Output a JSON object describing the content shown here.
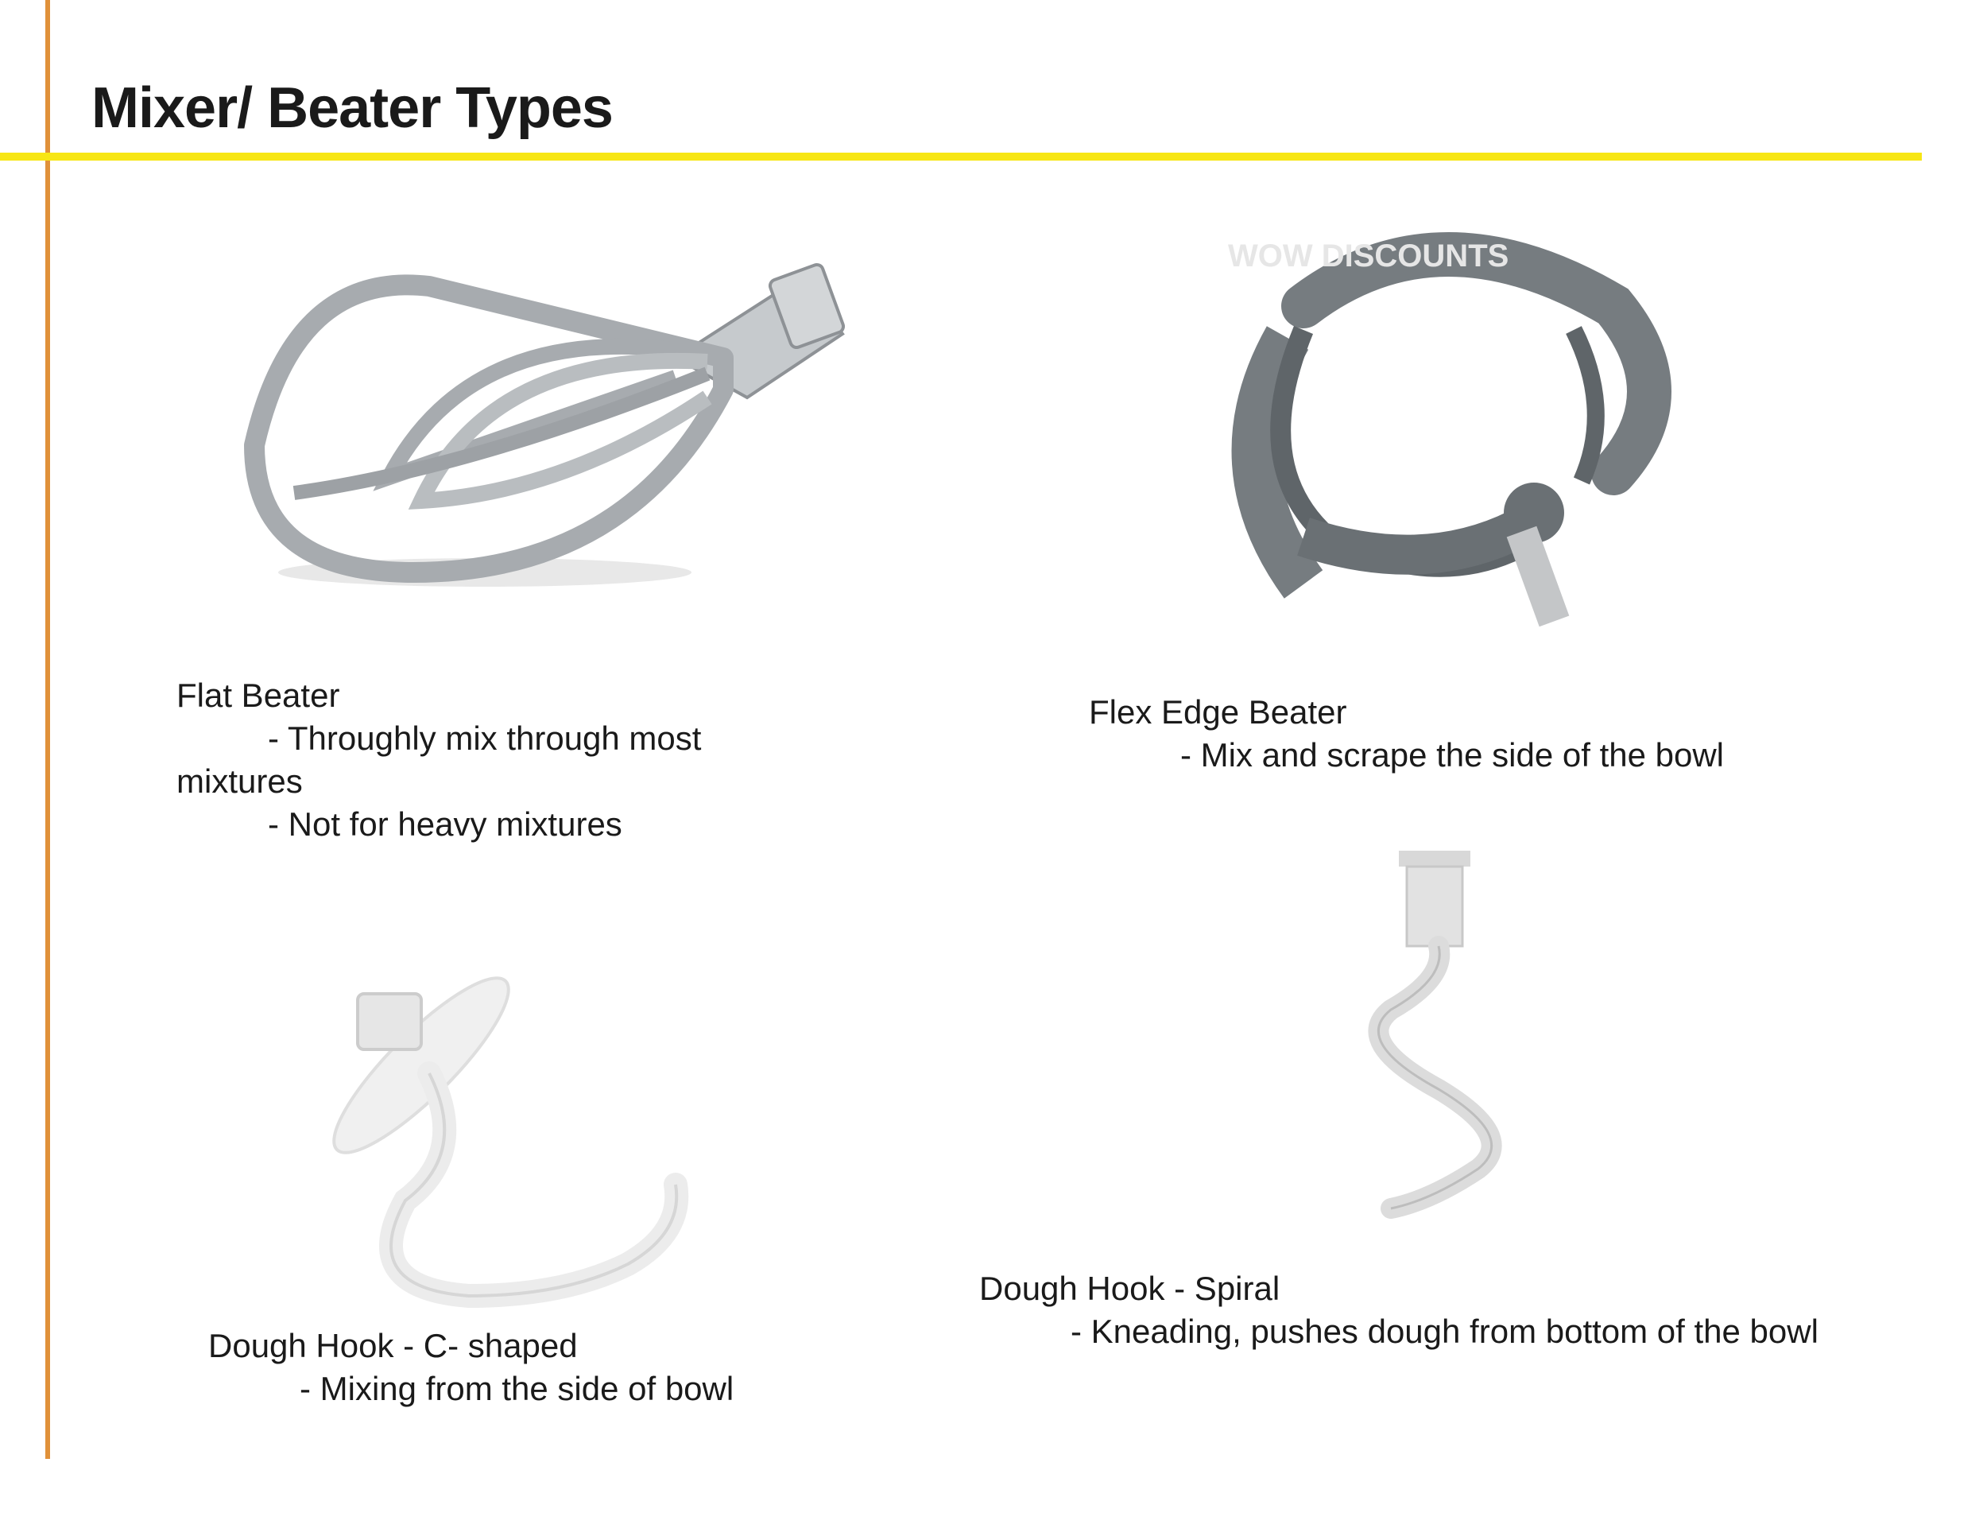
{
  "page": {
    "title": "Mixer/ Beater Types"
  },
  "items": [
    {
      "name": "Flat Beater",
      "line1": "- Throughly mix through most",
      "line2": "mixtures",
      "line3": "- Not for heavy mixtures"
    },
    {
      "name": "Flex Edge Beater",
      "line1": "- Mix and scrape the side of the bowl"
    },
    {
      "name": "Dough Hook - C- shaped",
      "line1": "- Mixing from the side of bowl"
    },
    {
      "name": "Dough Hook - Spiral",
      "line1": "- Kneading, pushes dough from bottom of the bowl"
    }
  ],
  "watermark": "WOW DISCOUNTS",
  "colors": {
    "accent_left": "#e0913a",
    "accent_top": "#f7e615",
    "metal": "#b8bcc0",
    "flex_grey": "#6e7478",
    "white_hook": "#eeeeee"
  }
}
